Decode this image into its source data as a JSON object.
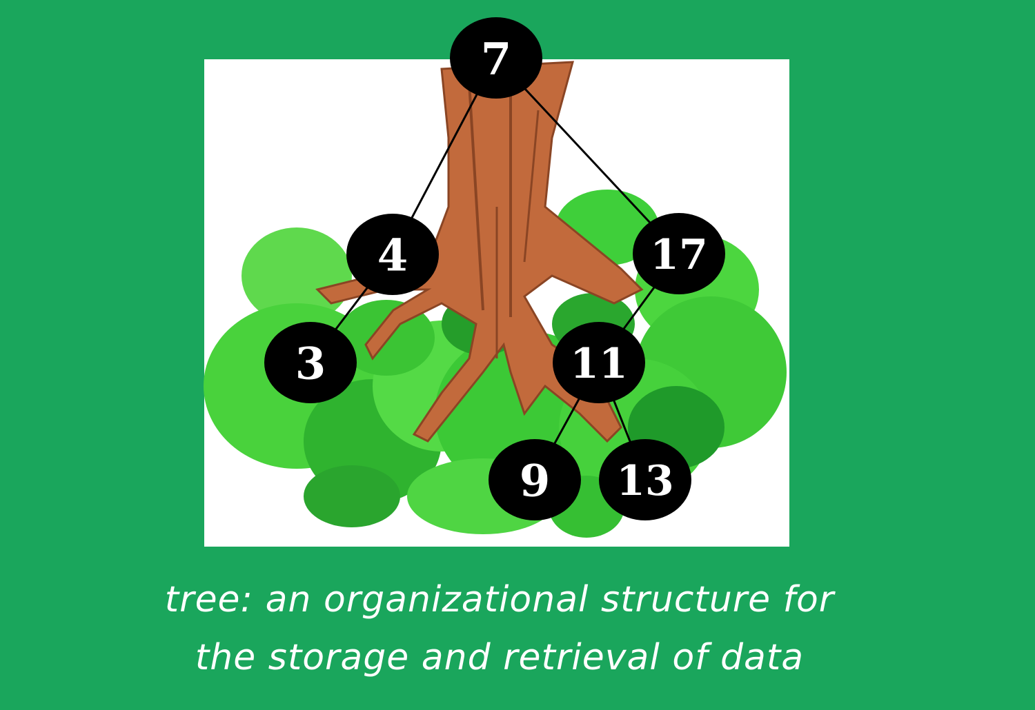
{
  "diagram": {
    "nodes": [
      {
        "id": "n7",
        "label": "7"
      },
      {
        "id": "n4",
        "label": "4"
      },
      {
        "id": "n17",
        "label": "17"
      },
      {
        "id": "n3",
        "label": "3"
      },
      {
        "id": "n11",
        "label": "11"
      },
      {
        "id": "n9",
        "label": "9"
      },
      {
        "id": "n13",
        "label": "13"
      }
    ],
    "edges": [
      {
        "from": "n7",
        "to": "n4"
      },
      {
        "from": "n7",
        "to": "n17"
      },
      {
        "from": "n4",
        "to": "n3"
      },
      {
        "from": "n17",
        "to": "n11"
      },
      {
        "from": "n11",
        "to": "n9"
      },
      {
        "from": "n11",
        "to": "n13"
      }
    ]
  },
  "caption": {
    "line1": "tree: an organizational structure for",
    "line2": "the storage and retrieval of data"
  },
  "colors": {
    "background": "#1aa65c",
    "panel": "#ffffff",
    "node_fill": "#000000",
    "node_text": "#ffffff",
    "edge": "#000000",
    "trunk": "#c26a3c",
    "leaves_light": "#46d63a",
    "leaves_dark": "#1f9a2a"
  }
}
